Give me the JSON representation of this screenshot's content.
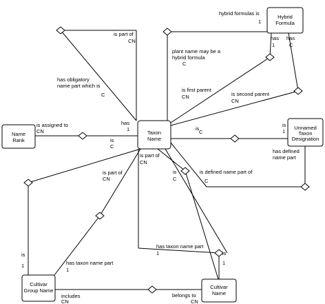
{
  "entities": {
    "taxon_name": [
      "Taxon",
      "Name"
    ],
    "hybrid_formula": [
      "Hybrid",
      "Formula"
    ],
    "name_rank": [
      "Name",
      "Rank"
    ],
    "unnamed_taxon_designation": [
      "Unnamed",
      "Taxon",
      "Designation"
    ],
    "cultivar_group_name": [
      "Cultivar",
      "Group Name"
    ],
    "cultivar_name": [
      "Cultivar",
      "Name"
    ]
  },
  "roles": {
    "hybrid_formulas_is": "hybrid formulas is",
    "hybrid_formulas_card": "1",
    "is_part_of_top": "is part of",
    "is_part_of_top_card": "CN",
    "plant_name_hybrid_line1": "plant name may be a",
    "plant_name_hybrid_line2": "hybrid formula",
    "plant_name_hybrid_card": "C",
    "has_hybrid_first": "has",
    "has_hybrid_first_card": "1",
    "has_hybrid_second": "has",
    "has_hybrid_second_card": "C",
    "obligatory_line1": "has obligatory",
    "obligatory_line2": "name part which is",
    "obligatory_card": "C",
    "is_first_parent": "is first parent",
    "is_first_parent_card": "CN",
    "is_second_parent": "is second parent",
    "is_second_parent_card": "CN",
    "is_assigned_to": "is assigned to",
    "is_assigned_to_card": "CN",
    "rank_has": "has",
    "rank_has_card": "1",
    "rank_is": "is",
    "rank_is_card": "C",
    "unnamed_is": "is",
    "unnamed_is_card": "C",
    "unnamed_is_right": "is",
    "unnamed_is_right_card": "1",
    "has_defined_line1": "has defined",
    "has_defined_line2": "name part",
    "is_defined_name_part_of": "is defined name part of",
    "is_defined_name_part_of_card": "C",
    "is_part_of_mid": "is part of",
    "is_part_of_mid_card": "CN",
    "is_part_of_left": "is part of",
    "is_part_of_left_card": "CN",
    "is_1": "is",
    "is_1_card": "C",
    "has_taxon_name_part_left": "has taxon name part",
    "has_taxon_name_part_left_card": "1",
    "has_taxon_name_part_right": "has taxon name part",
    "has_taxon_name_part_right_card": "1",
    "group_is": "is",
    "group_is_card": "1",
    "cultivar_is": "is",
    "cultivar_is_card": "1",
    "includes": "includes",
    "includes_card": "CN",
    "belongs_to": "belongs to",
    "belongs_to_card": "CN"
  }
}
